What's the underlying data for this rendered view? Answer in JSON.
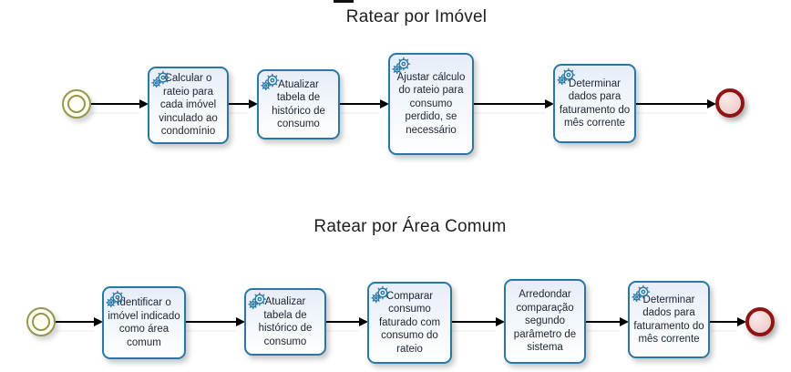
{
  "diagram": {
    "type": "bpmn-process-flows",
    "colors": {
      "task_border": "#2878A6",
      "task_fill": "#E7EDF8",
      "task_text": "#1E2430",
      "start_event_ring": "#96964F",
      "start_event_fill": "#FFFEF2",
      "end_event_ring": "#911414",
      "end_event_fill": "#EEC3C3",
      "connector": "#000000",
      "title_text": "#1f1f1f",
      "gear_icon_color": "#2878A6"
    },
    "processes": [
      {
        "title": "Ratear por Imóvel",
        "tasks": [
          {
            "label": "Calcular o rateio para cada imóvel vinculado ao condomínio",
            "icon": "service-task-gear-icon"
          },
          {
            "label": "Atualizar tabela de histórico de consumo",
            "icon": "service-task-gear-icon"
          },
          {
            "label": "Ajustar cálculo do rateio para consumo perdido, se necessário",
            "icon": "service-task-gear-icon"
          },
          {
            "label": "Determinar dados para faturamento do mês corrente",
            "icon": "service-task-gear-icon"
          }
        ]
      },
      {
        "title": "Ratear por Área Comum",
        "tasks": [
          {
            "label": "Identificar o imóvel indicado como área comum",
            "icon": "service-task-gear-icon"
          },
          {
            "label": "Atualizar tabela de histórico de consumo",
            "icon": "service-task-gear-icon"
          },
          {
            "label": "Comparar consumo faturado com consumo do rateio",
            "icon": "service-task-gear-icon"
          },
          {
            "label": "Arredondar comparação segundo parâmetro de sistema",
            "icon": "none"
          },
          {
            "label": "Determinar dados para faturamento do mês corrente",
            "icon": "service-task-gear-icon"
          }
        ]
      }
    ]
  }
}
